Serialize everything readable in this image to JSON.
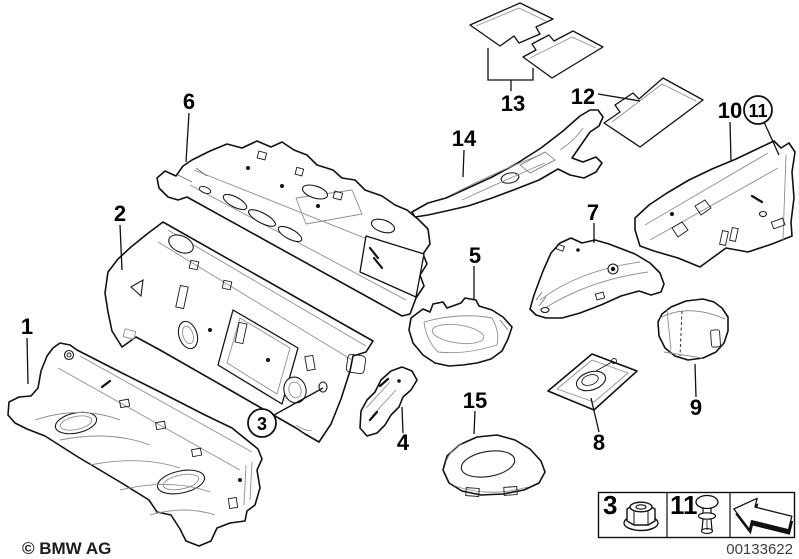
{
  "callouts": {
    "c1": "1",
    "c2": "2",
    "c3": "3",
    "c4": "4",
    "c5": "5",
    "c6": "6",
    "c7": "7",
    "c8": "8",
    "c9": "9",
    "c10": "10",
    "c11": "11",
    "c12": "12",
    "c13": "13",
    "c14": "14",
    "c15": "15"
  },
  "legend": {
    "nut": {
      "label": "3",
      "icon": "flange-nut-icon"
    },
    "rivet": {
      "label": "11",
      "icon": "expansion-rivet-icon"
    },
    "arrow_icon": "direction-arrow-icon"
  },
  "footer": {
    "copyright": "© BMW AG",
    "image_number": "00133622"
  },
  "colors": {
    "line": "#111111",
    "detail": "#8f8f8f",
    "background": "#ffffff"
  }
}
